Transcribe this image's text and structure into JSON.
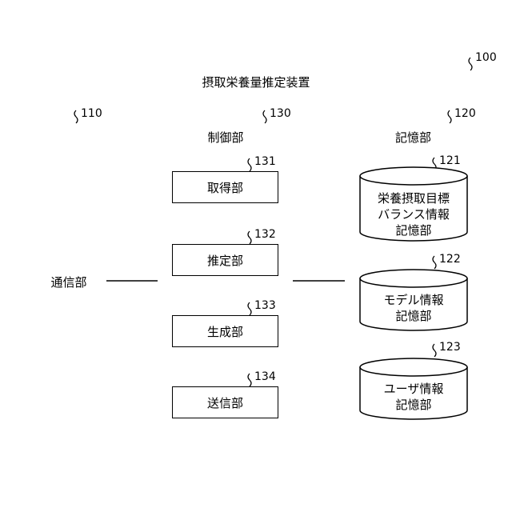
{
  "device": {
    "ref": "100",
    "title": "摂取栄養量推定装置"
  },
  "comm": {
    "ref": "110",
    "label": "通信部"
  },
  "control": {
    "ref": "130",
    "label": "制御部",
    "units": [
      {
        "ref": "131",
        "label": "取得部"
      },
      {
        "ref": "132",
        "label": "推定部"
      },
      {
        "ref": "133",
        "label": "生成部"
      },
      {
        "ref": "134",
        "label": "送信部"
      }
    ]
  },
  "storage": {
    "ref": "120",
    "label": "記憶部",
    "stores": [
      {
        "ref": "121",
        "lines": [
          "栄養摂取目標",
          "バランス情報",
          "記憶部"
        ]
      },
      {
        "ref": "122",
        "lines": [
          "モデル情報",
          "記憶部"
        ]
      },
      {
        "ref": "123",
        "lines": [
          "ユーザ情報",
          "記憶部"
        ]
      }
    ]
  }
}
